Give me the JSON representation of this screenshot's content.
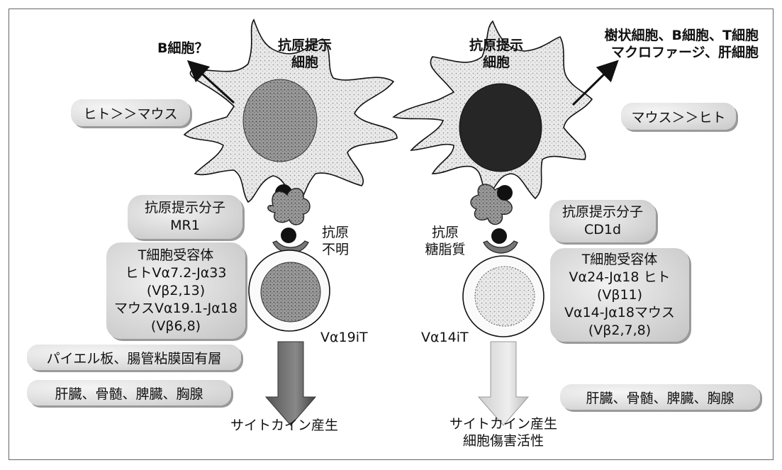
{
  "left": {
    "b_cell_label": "B細胞？",
    "apc_label_line1": "抗原提示",
    "apc_label_line2": "細胞",
    "species_pill": "ヒト＞＞マウス",
    "molecule_box": {
      "line1": "抗原提示分子",
      "line2": "MR1"
    },
    "antigen_label_line1": "抗原",
    "antigen_label_line2": "不明",
    "tcr_box": {
      "lines": [
        "T細胞受容体",
        "ヒトVα7.2-Jα33",
        "(Vβ2,13)",
        "マウスVα19.1-Jα18",
        "(Vβ6,8)"
      ]
    },
    "cell_label": "Vα19iT",
    "tissue_pill_1": "パイエル板、腸管粘膜固有層",
    "tissue_pill_2": "肝臓、骨髄、脾臓、胸腺",
    "output_label": "サイトカイン産生"
  },
  "right": {
    "targets_line1": "樹状細胞、B細胞、T細胞",
    "targets_line2": "マクロファージ、肝細胞",
    "apc_label_line1": "抗原提示",
    "apc_label_line2": "細胞",
    "species_pill": "マウス＞＞ヒト",
    "molecule_box": {
      "line1": "抗原提示分子",
      "line2": "CD1d"
    },
    "antigen_label_line1": "抗原",
    "antigen_label_line2": "糖脂質",
    "tcr_box": {
      "lines": [
        "T細胞受容体",
        "Vα24-Jα18 ヒト",
        "(Vβ11)",
        "Vα14-Jα18マウス",
        "(Vβ2,7,8)"
      ]
    },
    "cell_label": "Vα14iT",
    "tissue_pill": "肝臓、骨髄、脾臓、胸腺",
    "output_line1": "サイトカイン産生",
    "output_line2": "細胞傷害活性"
  }
}
